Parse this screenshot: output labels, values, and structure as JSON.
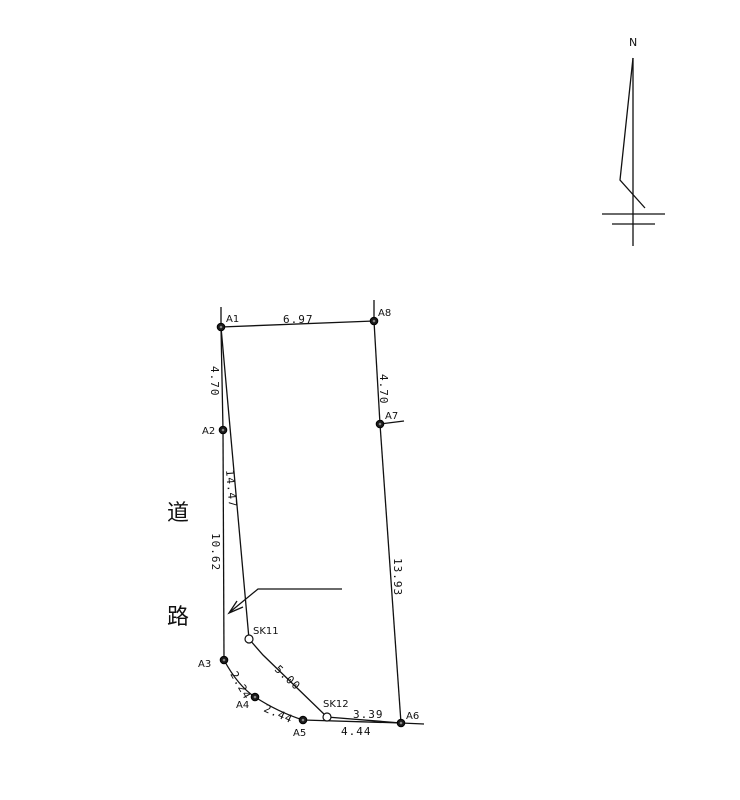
{
  "north_label": "N",
  "road_label": [
    "道",
    "路"
  ],
  "points": {
    "A1": "A1",
    "A2": "A2",
    "A3": "A3",
    "A4": "A4",
    "A5": "A5",
    "A6": "A6",
    "A7": "A7",
    "A8": "A8",
    "SK11": "SK11",
    "SK12": "SK12"
  },
  "dimensions": {
    "A1_A8": "6.97",
    "A8_A7": "4.70",
    "A7_A6": "13.93",
    "A1_A2": "4.70",
    "A2_A3": "10.62",
    "A1_SK11": "14.47",
    "SK11_SK12": "5.00",
    "SK12_A6": "3.39",
    "A3_A4": "2.24",
    "A4_A5": "2.44",
    "A5_A6": "4.44"
  }
}
